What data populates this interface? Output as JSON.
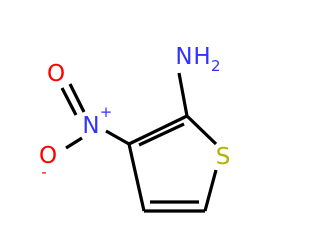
{
  "molecule": {
    "labels": {
      "amine_nitrogen": "N",
      "amine_hydrogen": "H",
      "amine_hydrogen_count": "2",
      "nitro_nitrogen": "N",
      "nitro_nitrogen_charge": "+",
      "nitro_oxygen_double": "O",
      "nitro_oxygen_single": "O",
      "nitro_oxygen_charge": "-",
      "sulfur": "S"
    },
    "colors": {
      "bond": "#000000",
      "nitrogen": "#3333ff",
      "oxygen": "#ff0000",
      "sulfur": "#b2b200"
    }
  }
}
